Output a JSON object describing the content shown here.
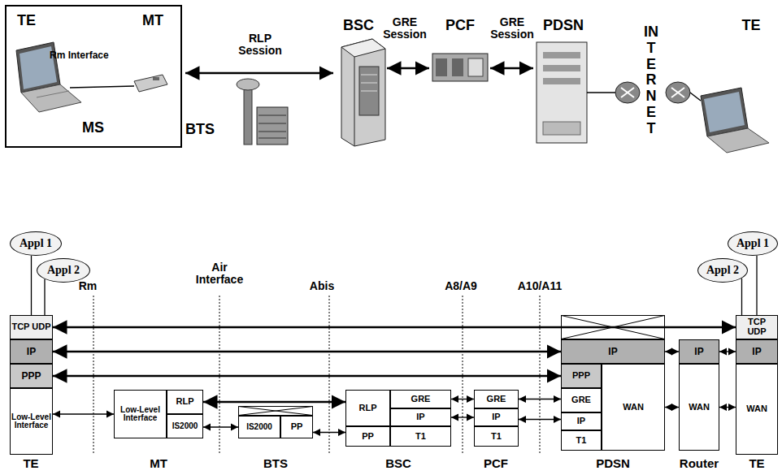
{
  "diagram": {
    "nodes": [
      {
        "text": [
          "TE",
          "MT",
          "Rm Interface",
          "MS"
        ]
      },
      {
        "text": [
          "Appl 1"
        ]
      },
      {
        "text": [
          "Appl 2"
        ]
      },
      {
        "text": [
          "TCP UDP"
        ]
      },
      {
        "text": [
          "IP"
        ]
      },
      {
        "text": [
          "PPP"
        ]
      },
      {
        "text": [
          "Low-Level Interface"
        ]
      },
      {
        "text": [
          "Low-Level Interface"
        ]
      },
      {
        "text": [
          "RLP"
        ]
      },
      {
        "text": [
          "IS2000"
        ]
      },
      {
        "text": [
          "IS2000"
        ]
      },
      {
        "text": [
          "PP"
        ]
      },
      {
        "text": [
          "RLP"
        ]
      },
      {
        "text": [
          "GRE"
        ]
      },
      {
        "text": [
          "IP"
        ]
      },
      {
        "text": [
          "PP"
        ]
      },
      {
        "text": [
          "T1"
        ]
      },
      {
        "text": [
          "GRE"
        ]
      },
      {
        "text": [
          "IP"
        ]
      },
      {
        "text": [
          "T1"
        ]
      },
      {
        "text": [
          "IP"
        ]
      },
      {
        "text": [
          "PPP"
        ]
      },
      {
        "text": [
          "GRE"
        ]
      },
      {
        "text": [
          "IP"
        ]
      },
      {
        "text": [
          "T1"
        ]
      },
      {
        "text": [
          "WAN"
        ]
      },
      {
        "text": [
          "IP"
        ]
      },
      {
        "text": [
          "WAN"
        ]
      },
      {
        "text": [
          "Appl 1"
        ]
      },
      {
        "text": [
          "Appl 2"
        ]
      },
      {
        "text": [
          "TCP UDP"
        ]
      },
      {
        "text": [
          "IP"
        ]
      },
      {
        "text": [
          "WAN"
        ]
      }
    ],
    "edges": [
      {
        "from": 1,
        "to": 3,
        "arrow": "none"
      },
      {
        "from": 2,
        "to": 3,
        "arrow": "none"
      },
      {
        "from": 28,
        "to": 30,
        "arrow": "none"
      },
      {
        "from": 29,
        "to": 30,
        "arrow": "none"
      },
      {
        "from": 3,
        "to": 30,
        "arrow": "both"
      },
      {
        "from": 4,
        "to": 20,
        "arrow": "both"
      },
      {
        "from": 5,
        "to": 21,
        "arrow": "both"
      },
      {
        "from": 6,
        "to": 7,
        "arrow": "both"
      },
      {
        "from": 8,
        "to": 12,
        "arrow": "both"
      },
      {
        "from": 9,
        "to": 10,
        "arrow": "both"
      },
      {
        "from": 11,
        "to": 15,
        "arrow": "both"
      },
      {
        "from": 13,
        "to": 17,
        "arrow": "both"
      },
      {
        "from": 14,
        "to": 18,
        "arrow": "both"
      },
      {
        "from": 17,
        "to": 22,
        "arrow": "both"
      },
      {
        "from": 18,
        "to": 23,
        "arrow": "both"
      },
      {
        "from": 20,
        "to": 26,
        "arrow": "both"
      },
      {
        "from": 26,
        "to": 31,
        "arrow": "both"
      },
      {
        "from": 25,
        "to": 27,
        "arrow": "both"
      },
      {
        "from": 27,
        "to": 32,
        "arrow": "both"
      }
    ],
    "labels": [
      "RLP Session",
      "BTS",
      "BSC",
      "GRE Session",
      "PCF",
      "GRE Session",
      "PDSN",
      "INTERNET",
      "TE",
      "Rm",
      "Air Interface",
      "Abis",
      "A8/A9",
      "A10/A11",
      "TE",
      "MT",
      "BTS",
      "BSC",
      "PCF",
      "PDSN",
      "Router",
      "TE"
    ]
  }
}
